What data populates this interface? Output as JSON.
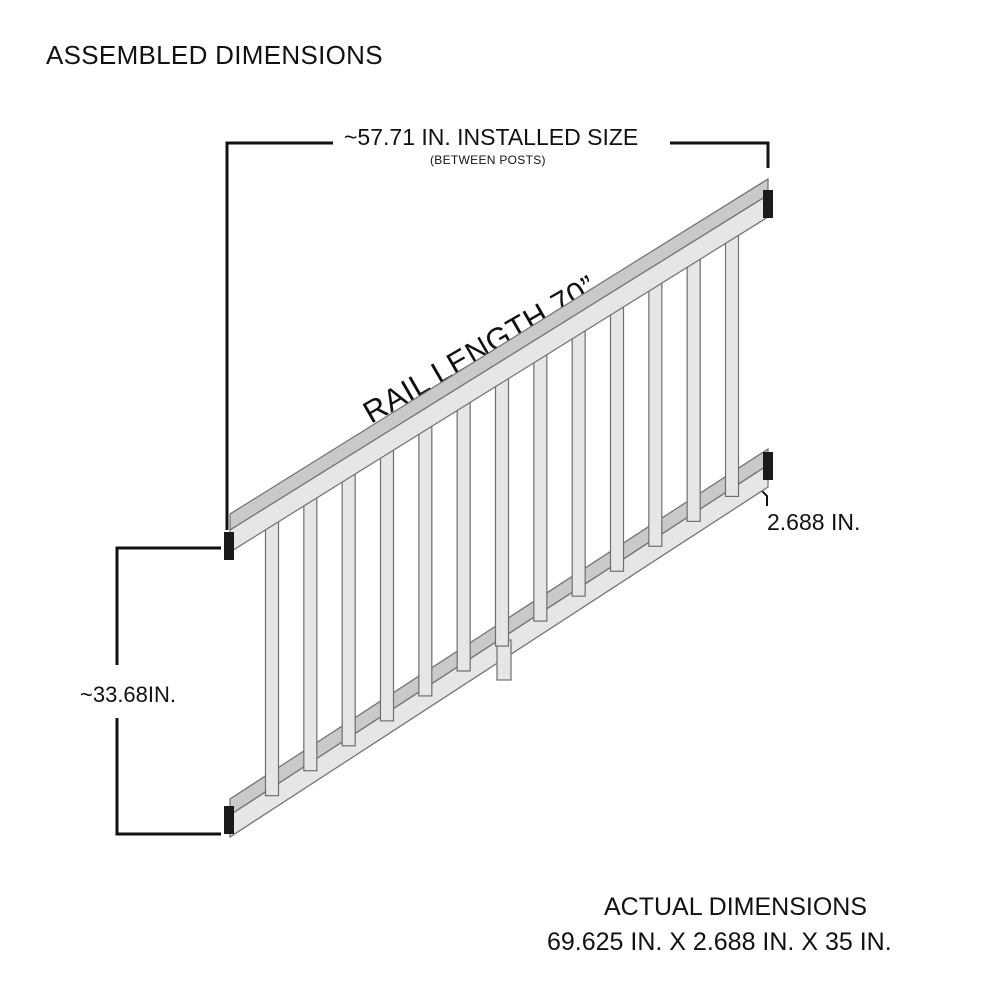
{
  "title": "ASSEMBLED DIMENSIONS",
  "installed_size": {
    "label": "~57.71 IN.  INSTALLED SIZE",
    "note": "(BETWEEN POSTS)"
  },
  "rail_length": "RAIL LENGTH 70”",
  "rail_thickness": "2.688 IN.",
  "height": "~33.68IN.",
  "actual_dimensions": {
    "title": "ACTUAL DIMENSIONS",
    "values": "69.625 IN.  X  2.688 IN.  X  35 IN."
  },
  "colors": {
    "wood": "#e6e6e6",
    "wood_shade": "#c9c9c9",
    "outline": "#6f6f6f",
    "bracket": "#1a1a1a",
    "text": "#111111"
  },
  "baluster_count": 13,
  "bracket_count": 4
}
